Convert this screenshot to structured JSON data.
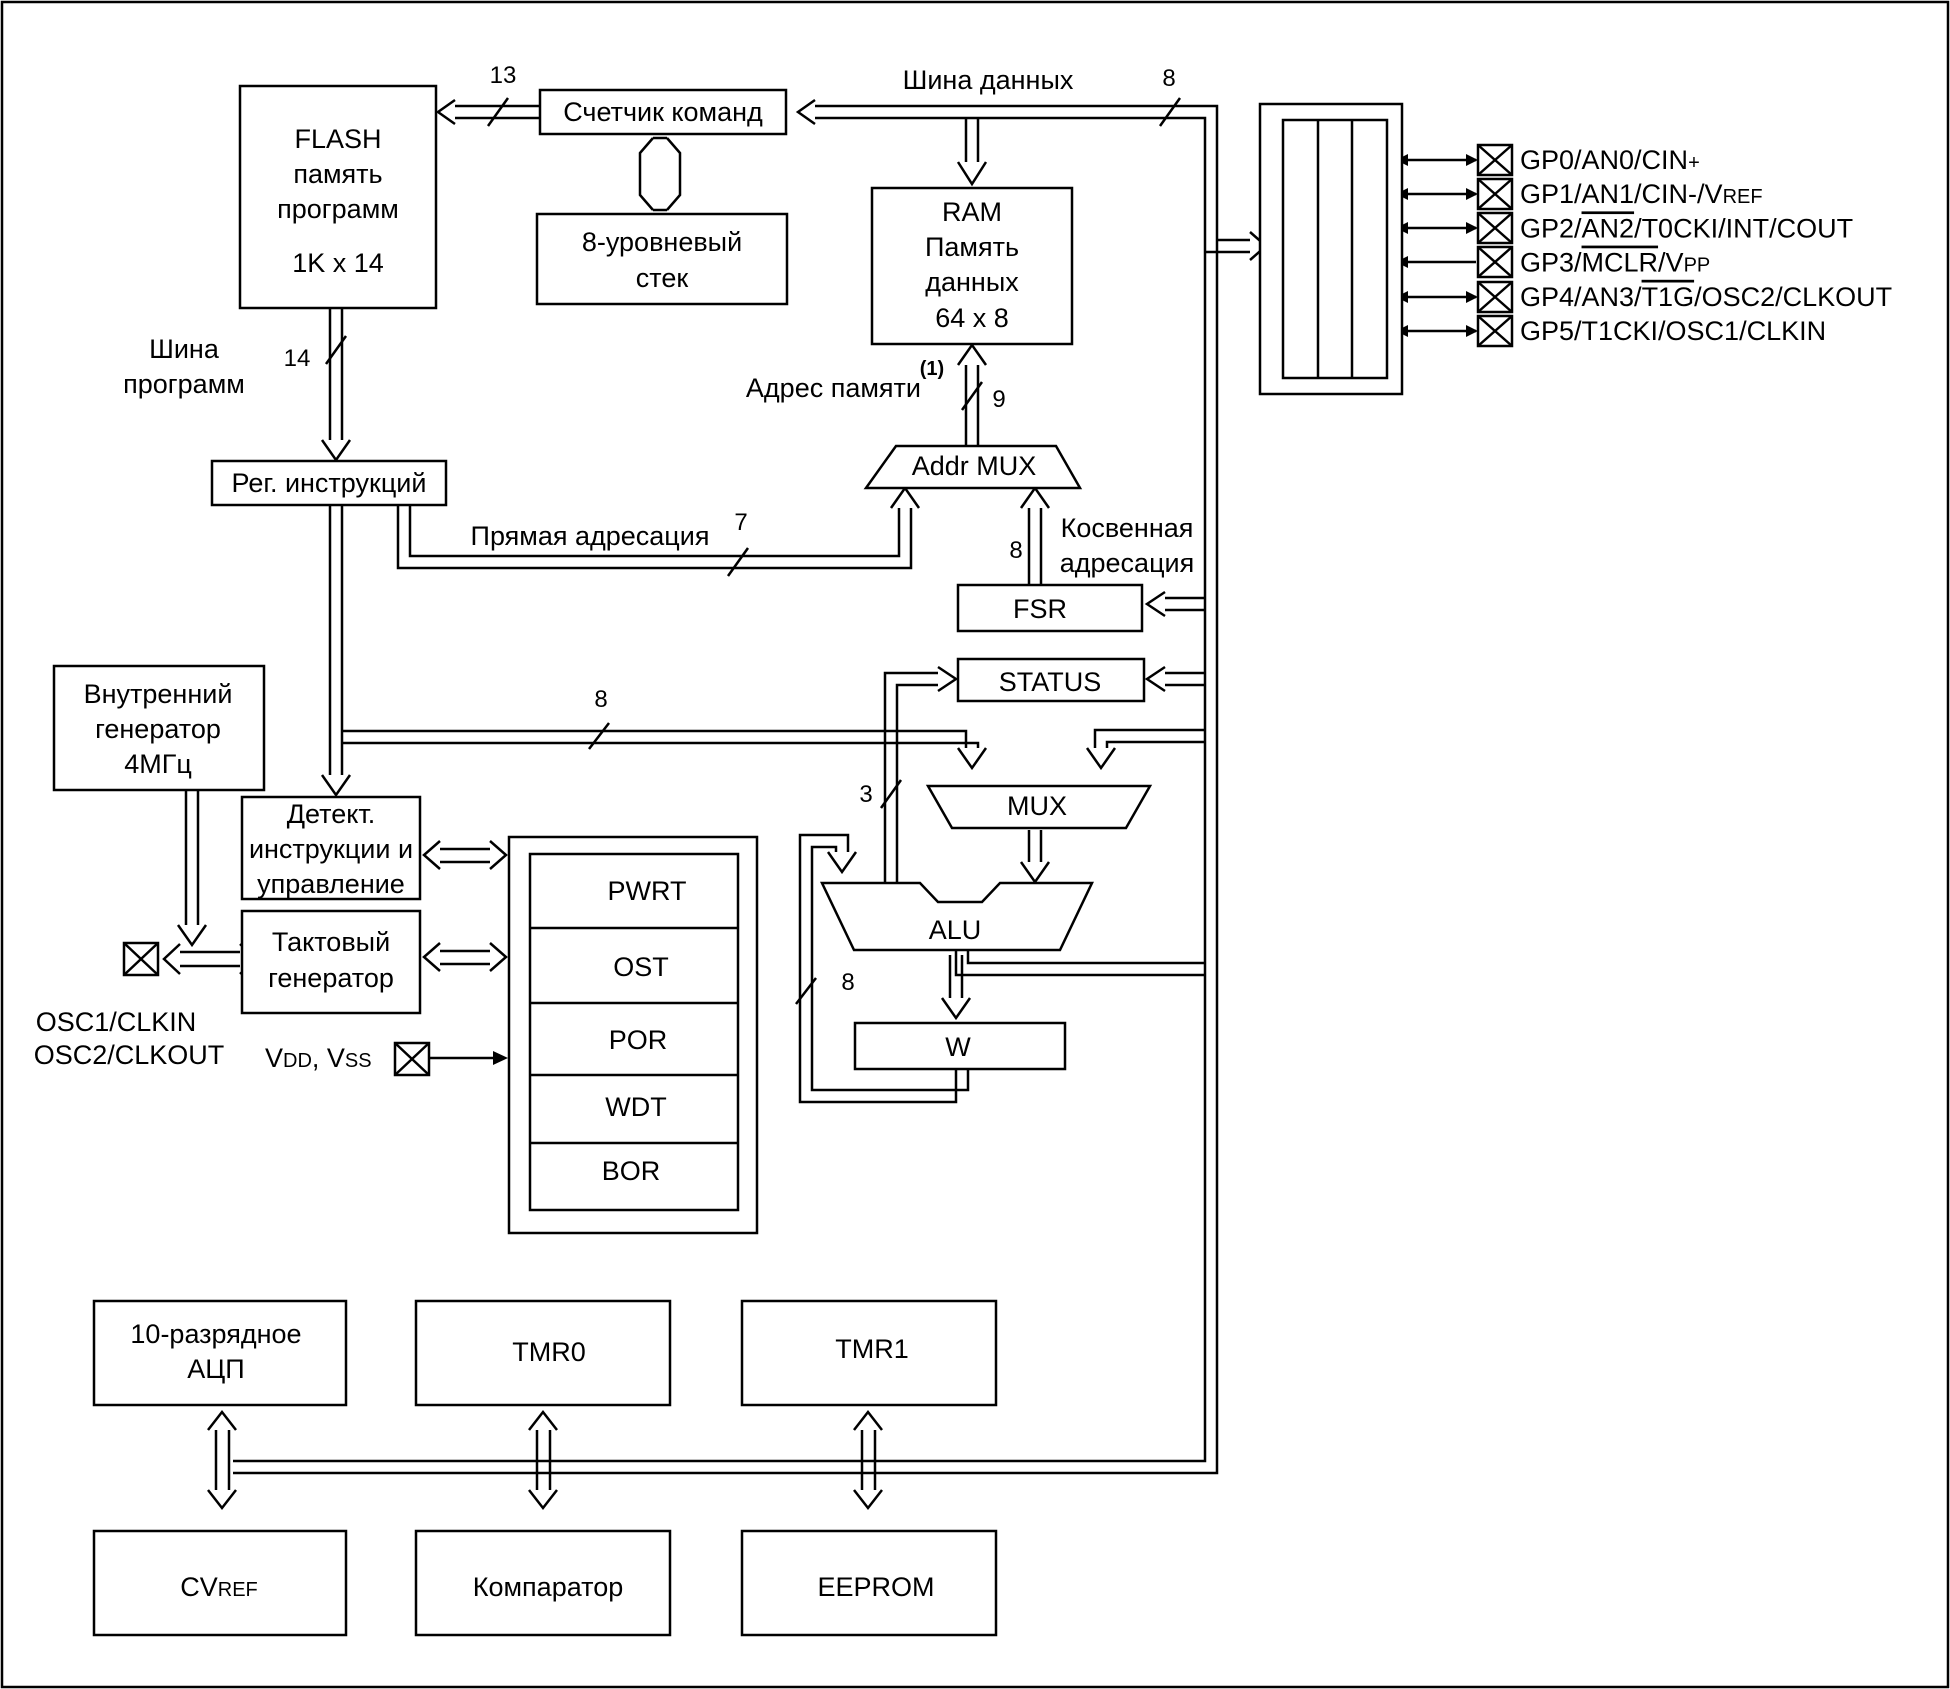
{
  "blocks": {
    "flash": [
      "FLASH",
      "память",
      "программ",
      "1K x 14"
    ],
    "pc": "Счетчик команд",
    "stack": [
      "8-уровневый",
      "стек"
    ],
    "ram": [
      "RAM",
      "Память",
      "данных",
      "64 x 8"
    ],
    "ir": "Рег. инструкций",
    "addr_mux": "Addr MUX",
    "fsr": "FSR",
    "status": "STATUS",
    "mux": "MUX",
    "alu": "ALU",
    "w": "W",
    "int_osc": [
      "Внутренний",
      "генератор",
      "4МГц"
    ],
    "decode": [
      "Детект.",
      "инструкции и",
      "управление"
    ],
    "timing": [
      "Тактовый",
      "генератор"
    ],
    "power_items": [
      "PWRT",
      "OST",
      "POR",
      "WDT",
      "BOR"
    ],
    "adc": [
      "10-разрядное",
      "АЦП"
    ],
    "tmr0": "TMR0",
    "tmr1": "TMR1",
    "cvref_main": "CV",
    "cvref_sub": "REF",
    "comparator": "Компаратор",
    "eeprom": "EEPROM"
  },
  "labels": {
    "data_bus": "Шина данных",
    "program_bus": [
      "Шина",
      "программ"
    ],
    "mem_addr": "Адрес памяти",
    "mem_addr_note": "(1)",
    "direct_addr": "Прямая адресация",
    "indirect_addr": [
      "Косвенная",
      "адресация"
    ],
    "osc_pins": [
      "OSC1/CLKIN",
      "OSC2/CLKOUT"
    ],
    "vdd_main": "V",
    "vdd_sub": "DD",
    "vss_main": ", V",
    "vss_sub": "SS"
  },
  "bus_widths": {
    "pc_to_flash": "13",
    "data_bus": "8",
    "program_bus": "14",
    "mem_addr": "9",
    "direct_addr": "7",
    "indirect_addr": "8",
    "ir_to_mux": "8",
    "alu_to_status": "3",
    "w_feedback": "8"
  },
  "gpio_pins": [
    {
      "segments": [
        {
          "t": "GP0/AN0/CIN"
        },
        {
          "t": "+",
          "sub": true
        }
      ]
    },
    {
      "segments": [
        {
          "t": "GP1/AN1/CIN-/V"
        },
        {
          "t": "REF",
          "sub": true
        }
      ]
    },
    {
      "segments": [
        {
          "t": "GP2/"
        },
        {
          "t": "AN2",
          "over": true
        },
        {
          "t": "/T0CKI/INT/COUT"
        }
      ]
    },
    {
      "segments": [
        {
          "t": "GP3/"
        },
        {
          "t": "MCLR",
          "over": true
        },
        {
          "t": "/V"
        },
        {
          "t": "PP",
          "sub": true
        }
      ]
    },
    {
      "segments": [
        {
          "t": "GP4/AN3/"
        },
        {
          "t": "T1G",
          "over": true
        },
        {
          "t": "/OSC2/CLKOUT"
        }
      ]
    },
    {
      "segments": [
        {
          "t": "GP5/T1CKI/OSC1/CLKIN"
        }
      ]
    }
  ]
}
